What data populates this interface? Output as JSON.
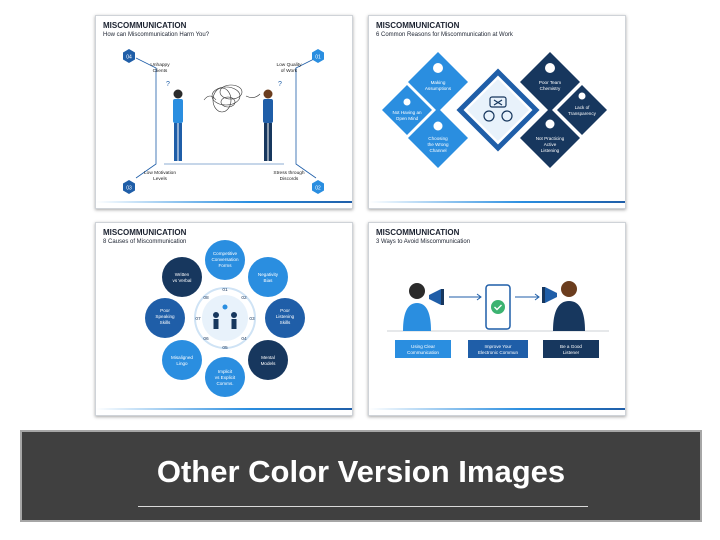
{
  "slides": [
    {
      "title": "MISCOMMUNICATION",
      "subtitle": "How can Miscommunication Harm You?",
      "items": [
        {
          "num": "04",
          "label1": "Unhappy",
          "label2": "Clients"
        },
        {
          "num": "01",
          "label1": "Low Quality",
          "label2": "of Work"
        },
        {
          "num": "03",
          "label1": "Low Motivation",
          "label2": "Levels"
        },
        {
          "num": "02",
          "label1": "Stress through",
          "label2": "Discords"
        }
      ]
    },
    {
      "title": "MISCOMMUNICATION",
      "subtitle": "6 Common Reasons for Miscommunication at Work",
      "items": [
        {
          "line1": "Making",
          "line2": "Assumptions",
          "line3": ""
        },
        {
          "line1": "Poor Team",
          "line2": "Chemistry",
          "line3": ""
        },
        {
          "line1": "Not Having an",
          "line2": "Open Mind",
          "line3": ""
        },
        {
          "line1": "Lack of",
          "line2": "Transparency",
          "line3": ""
        },
        {
          "line1": "Choosing",
          "line2": "the Wrong",
          "line3": "Channel"
        },
        {
          "line1": "Not Practicing",
          "line2": "Active",
          "line3": "Listening"
        }
      ]
    },
    {
      "title": "MISCOMMUNICATION",
      "subtitle": "8 Causes of Miscommunication",
      "items": [
        {
          "num": "01",
          "line1": "Competitive",
          "line2": "Conversation",
          "line3": "Forms"
        },
        {
          "num": "02",
          "line1": "Negativity",
          "line2": "Bias",
          "line3": ""
        },
        {
          "num": "03",
          "line1": "Poor",
          "line2": "Listening",
          "line3": "Skills"
        },
        {
          "num": "04",
          "line1": "Mental",
          "line2": "Models",
          "line3": ""
        },
        {
          "num": "05",
          "line1": "Implicit",
          "line2": "vs Explicit",
          "line3": "Comms."
        },
        {
          "num": "06",
          "line1": "Misaligned",
          "line2": "Lingo",
          "line3": ""
        },
        {
          "num": "07",
          "line1": "Poor",
          "line2": "Speaking",
          "line3": "Skills"
        },
        {
          "num": "08",
          "line1": "Written",
          "line2": "vs Verbal",
          "line3": ""
        }
      ]
    },
    {
      "title": "MISCOMMUNICATION",
      "subtitle": "3 Ways to Avoid Miscommunication",
      "items": [
        {
          "line1": "Using Clear",
          "line2": "Communication"
        },
        {
          "line1": "Improve Your",
          "line2": "Electronic Commun"
        },
        {
          "line1": "Be a Good",
          "line2": "Listener"
        }
      ]
    }
  ],
  "banner": {
    "text": "Other Color Version Images"
  },
  "colors": {
    "accent": "#1f5ea8",
    "light": "#2a8ee0",
    "dark": "#17375e",
    "banner_bg": "#404040"
  }
}
